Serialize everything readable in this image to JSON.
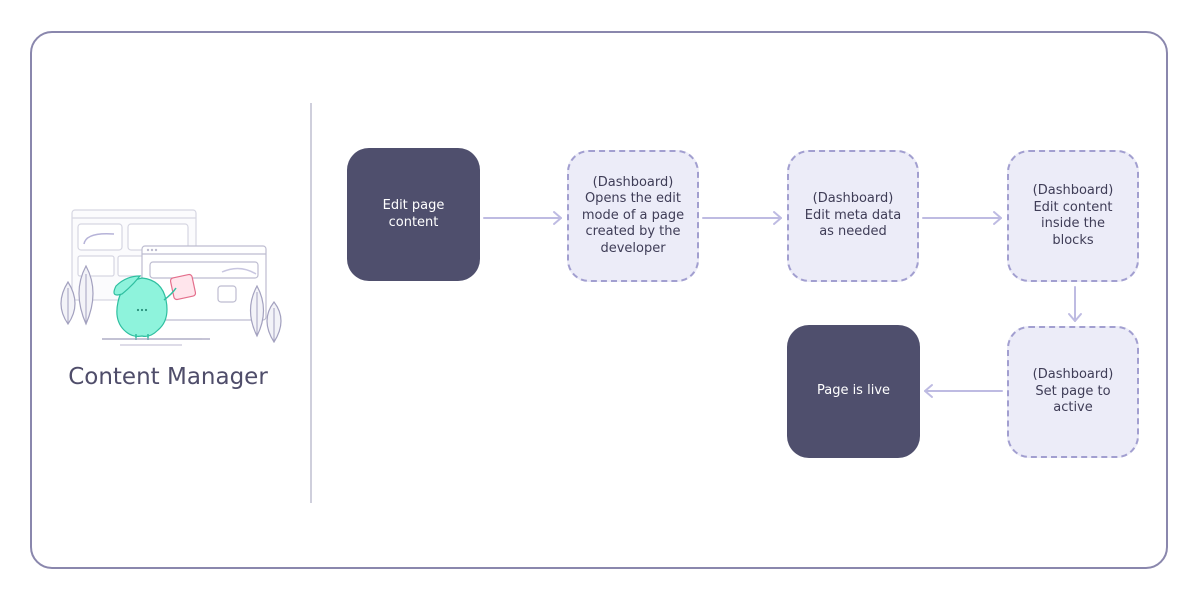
{
  "role": {
    "label": "Content Manager"
  },
  "nodes": {
    "edit_page_content": "Edit page\ncontent",
    "opens_edit_mode": "(Dashboard)\nOpens the edit\nmode of a page\ncreated by the\ndeveloper",
    "edit_meta_data": "(Dashboard)\nEdit meta data\nas needed",
    "edit_content_blocks": "(Dashboard)\nEdit content\ninside the\nblocks",
    "set_page_active": "(Dashboard)\nSet page to\nactive",
    "page_is_live": "Page is live"
  },
  "colors": {
    "frame": "#8a87ad",
    "solid_node": "#4f4f6d",
    "dashed_fill": "#ececf8",
    "dashed_border": "#a29fd0",
    "arrow": "#bebbe2",
    "mascot": "#8ef3dc",
    "accent_card": "#f3a7b8"
  }
}
